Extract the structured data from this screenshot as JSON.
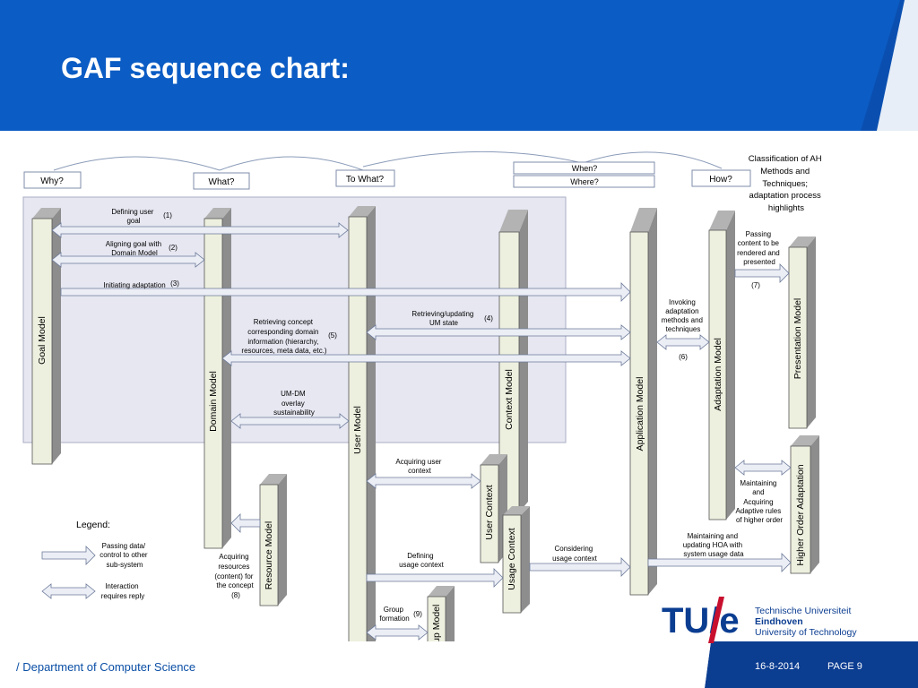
{
  "title": "GAF sequence chart:",
  "footer": {
    "department": "/ Department of Computer Science",
    "date": "16-8-2014",
    "page": "PAGE 9"
  },
  "logo": {
    "mark": "TU/e",
    "line1": "Technische Universiteit",
    "line2": "Eindhoven",
    "line3": "University of Technology"
  },
  "questions": {
    "why": "Why?",
    "what": "What?",
    "to_what": "To What?",
    "when": "When?",
    "where": "Where?",
    "how": "How?"
  },
  "classification_note": [
    "Classification of AH",
    "Methods and",
    "Techniques;",
    "adaptation process",
    "highlights"
  ],
  "models": {
    "goal": "Goal Model",
    "domain": "Domain Model",
    "user": "User Model",
    "context": "Context Model",
    "application": "Application Model",
    "adaptation": "Adaptation Model",
    "presentation": "Presentation Model",
    "resource": "Resource Model",
    "user_context": "User Context",
    "usage_context": "Usage Context",
    "group": "Group Model",
    "hoa": "Higher Order Adaptation"
  },
  "messages": {
    "m1": [
      "Defining user",
      "goal"
    ],
    "m1n": "(1)",
    "m2": [
      "Aligning goal with",
      "Domain Model"
    ],
    "m2n": "(2)",
    "m3": "Initiating adaptation",
    "m3n": "(3)",
    "m4": [
      "Retrieving/updating",
      "UM state"
    ],
    "m4n": "(4)",
    "m5": [
      "Retrieving concept",
      "corresponding domain",
      "information (hierarchy,",
      "resources, meta data, etc.)"
    ],
    "m5n": "(5)",
    "m6": [
      "Invoking",
      "adaptation",
      "methods and",
      "techniques"
    ],
    "m6n": "(6)",
    "m7": [
      "Passing",
      "content to be",
      "rendered and",
      "presented"
    ],
    "m7n": "(7)",
    "umdm": [
      "UM-DM",
      "overlay",
      "sustainability"
    ],
    "acq_user_ctx": [
      "Acquiring user",
      "context"
    ],
    "acq_res": [
      "Acquiring",
      "resources",
      "(content) for",
      "the concept"
    ],
    "acq_res_n": "(8)",
    "def_usage": [
      "Defining",
      "usage context"
    ],
    "consider_usage": [
      "Considering",
      "usage context"
    ],
    "group_form": [
      "Group",
      "formation"
    ],
    "group_n": "(9)",
    "maintain_hoa": [
      "Maintaining and",
      "updating HOA with",
      "system usage data"
    ],
    "maintain_rules": [
      "Maintaining",
      "and",
      "Acquiring",
      "Adaptive rules",
      "of higher order"
    ]
  },
  "legend": {
    "title": "Legend:",
    "pass": [
      "Passing data/",
      "control to other",
      "sub-system"
    ],
    "reply": [
      "Interaction",
      "requires reply"
    ]
  }
}
